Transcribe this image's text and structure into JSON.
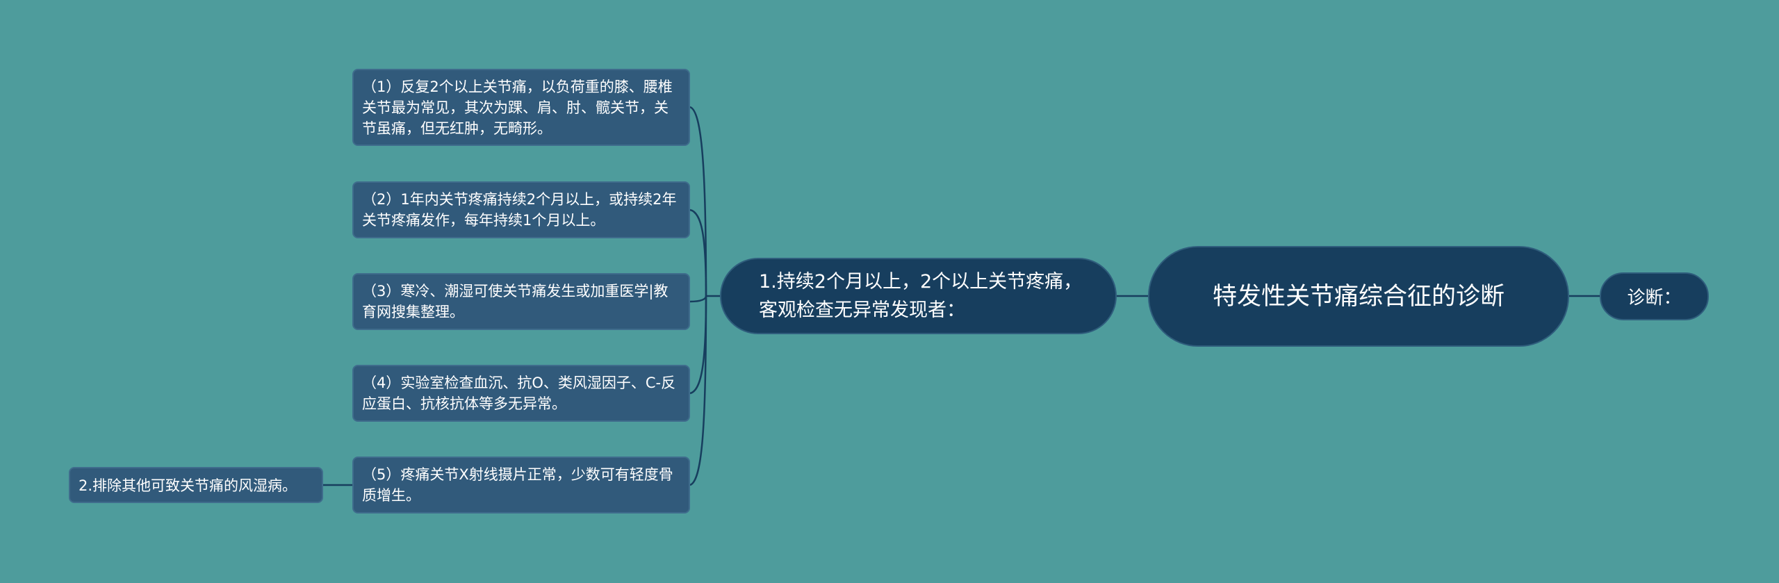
{
  "root": {
    "label": "特发性关节痛综合征的诊断"
  },
  "diagnosis": {
    "label": "诊断："
  },
  "criterion1": {
    "label": "1.持续2个月以上，2个以上关节疼痛，客观检查无异常发现者："
  },
  "items": [
    {
      "label": "（1）反复2个以上关节痛，以负荷重的膝、腰椎关节最为常见，其次为踝、肩、肘、髋关节，关节虽痛，但无红肿，无畸形。"
    },
    {
      "label": "（2）1年内关节疼痛持续2个月以上，或持续2年关节疼痛发作，每年持续1个月以上。"
    },
    {
      "label": "（3）寒冷、潮湿可使关节痛发生或加重医学|教育网搜集整理。"
    },
    {
      "label": "（4）实验室检查血沉、抗O、类风湿因子、C-反应蛋白、抗核抗体等多无异常。"
    },
    {
      "label": "（5）疼痛关节X射线摄片正常，少数可有轻度骨质增生。"
    }
  ],
  "criterion2": {
    "label": "2.排除其他可致关节痛的风湿病。"
  },
  "colors": {
    "background": "#4e9c9c",
    "dark_node": "#173e5e",
    "leaf_node": "#315a7b",
    "connector": "#173e5e"
  }
}
